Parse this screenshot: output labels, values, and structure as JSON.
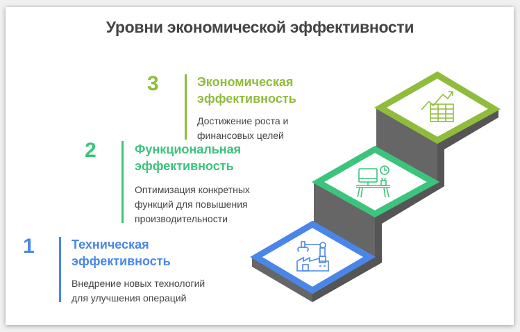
{
  "title": "Уровни экономической эффективности",
  "colors": {
    "level1": "#4a86e8",
    "level2": "#3cc47c",
    "level3": "#8fbc3b",
    "step_side": "#666666",
    "text": "#444444"
  },
  "levels": [
    {
      "number": "1",
      "title_line1": "Техническая",
      "title_line2": "эффективность",
      "desc_line1": "Внедрение новых технологий",
      "desc_line2": "для улучшения операций",
      "icon": "factory-robot-arm-icon"
    },
    {
      "number": "2",
      "title_line1": "Функциональная",
      "title_line2": "эффективность",
      "desc_line1": "Оптимизация конкретных",
      "desc_line2": "функций для повышения",
      "desc_line3": "производительности",
      "icon": "workdesk-clock-icon"
    },
    {
      "number": "3",
      "title_line1": "Экономическая",
      "title_line2": "эффективность",
      "desc_line1": "Достижение роста и",
      "desc_line2": "финансовых целей",
      "icon": "growth-chart-table-icon"
    }
  ]
}
